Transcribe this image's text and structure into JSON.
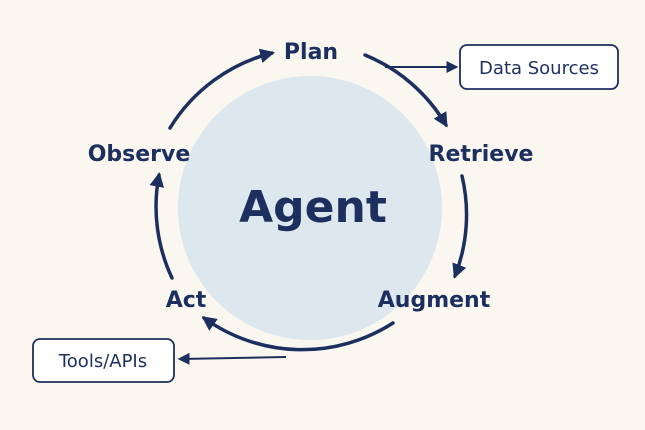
{
  "diagram": {
    "center_label": "Agent",
    "steps": {
      "plan": "Plan",
      "retrieve": "Retrieve",
      "augment": "Augment",
      "act": "Act",
      "observe": "Observe"
    },
    "external": {
      "data_sources": "Data Sources",
      "tools_apis": "Tools/APIs"
    }
  },
  "colors": {
    "background": "#faf7f1",
    "accent": "#1d2f5e",
    "hub_fill": "#dde7ee"
  }
}
